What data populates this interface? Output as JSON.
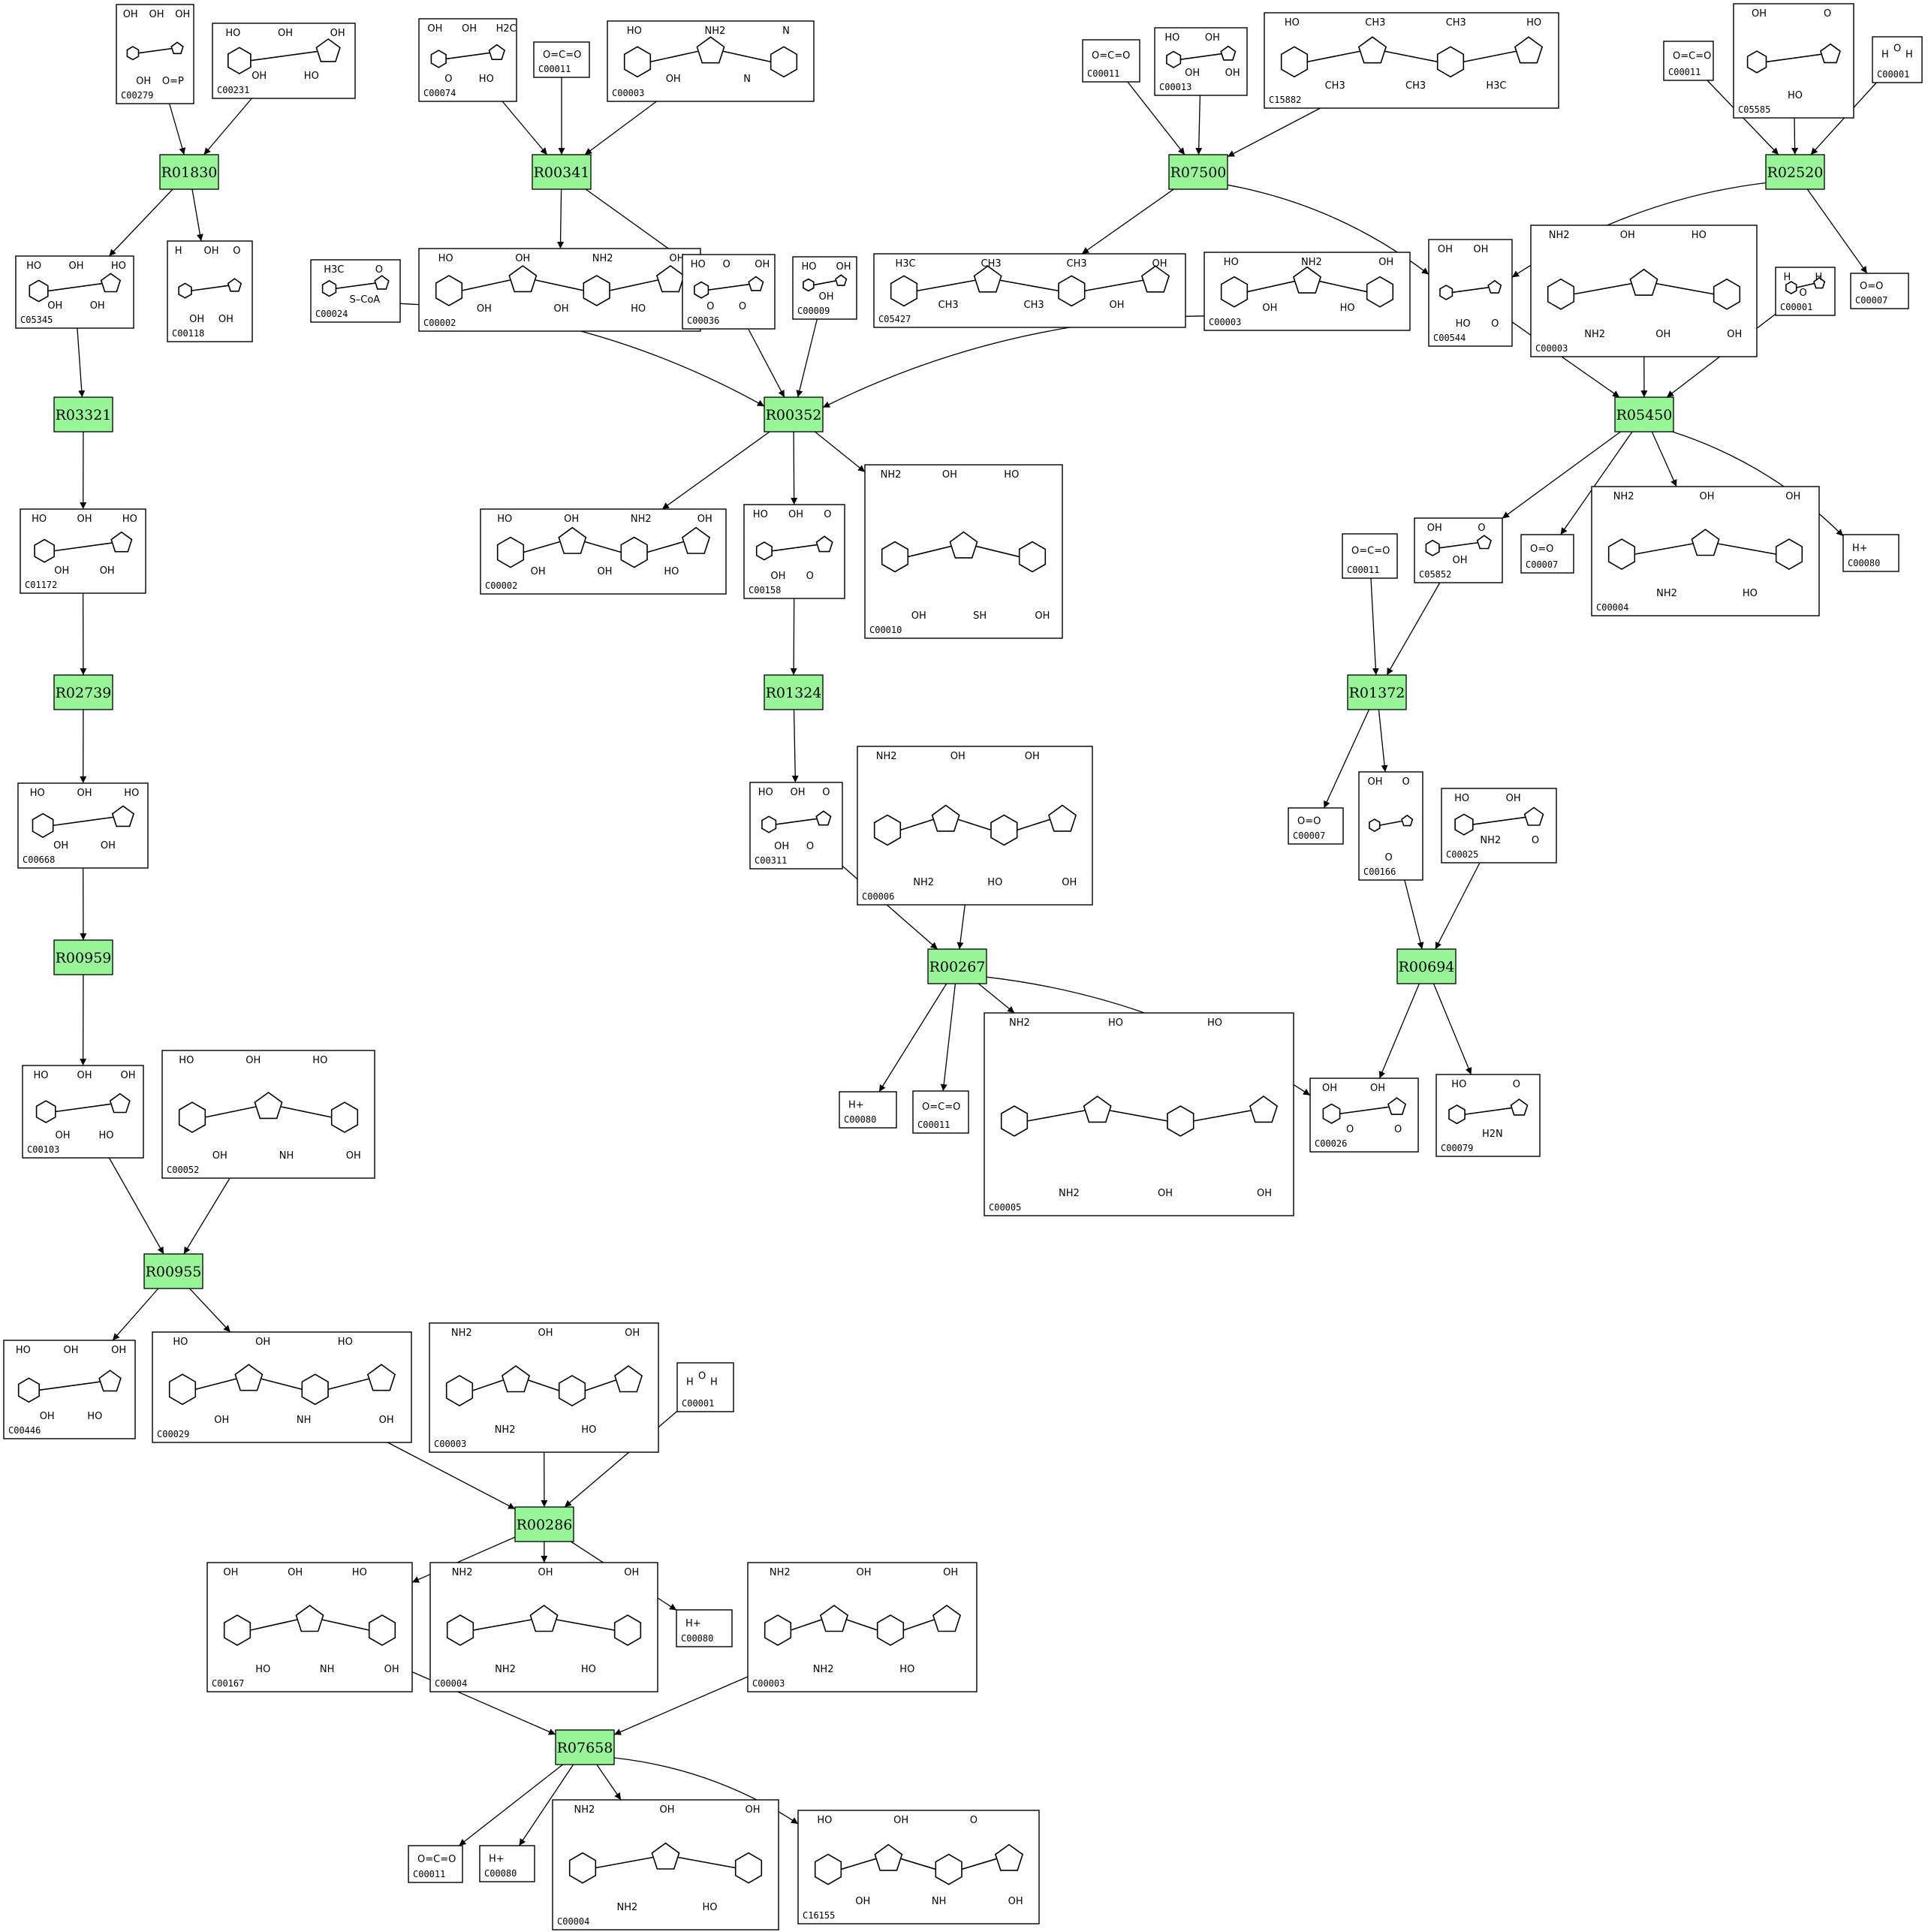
{
  "reactions": [
    {
      "id": "r1",
      "label": "R01830"
    },
    {
      "id": "r2",
      "label": "R00341"
    },
    {
      "id": "r3",
      "label": "R07500"
    },
    {
      "id": "r4",
      "label": "R02520"
    },
    {
      "id": "r5",
      "label": "R03321"
    },
    {
      "id": "r6",
      "label": "R00352"
    },
    {
      "id": "r7",
      "label": "R05450"
    },
    {
      "id": "r8",
      "label": "R02739"
    },
    {
      "id": "r9",
      "label": "R01324"
    },
    {
      "id": "r10",
      "label": "R01372"
    },
    {
      "id": "r11",
      "label": "R00959"
    },
    {
      "id": "r12",
      "label": "R00267"
    },
    {
      "id": "r13",
      "label": "R00694"
    },
    {
      "id": "r14",
      "label": "R00955"
    },
    {
      "id": "r15",
      "label": "R00286"
    },
    {
      "id": "r16",
      "label": "R07658"
    }
  ],
  "compounds": [
    {
      "id": "c1",
      "label": "C00279",
      "atoms": [
        "OH",
        "OH",
        "OH",
        "O=P",
        "OH"
      ]
    },
    {
      "id": "c2",
      "label": "C00231",
      "atoms": [
        "HO",
        "OH",
        "OH",
        "HO",
        "OH"
      ]
    },
    {
      "id": "c3",
      "label": "C00074",
      "atoms": [
        "OH",
        "O",
        "OH",
        "HO",
        "H2C"
      ]
    },
    {
      "id": "c4",
      "label": "C00011",
      "atoms": [
        "O=C=O"
      ]
    },
    {
      "id": "c5",
      "label": "C00003",
      "atoms": [
        "HO",
        "OH",
        "NH2",
        "N",
        "N"
      ]
    },
    {
      "id": "c6",
      "label": "C00011",
      "atoms": [
        "O=C=O"
      ]
    },
    {
      "id": "c7",
      "label": "C00013",
      "atoms": [
        "HO",
        "OH",
        "OH",
        "OH"
      ]
    },
    {
      "id": "c8",
      "label": "C15882",
      "atoms": [
        "HO",
        "CH3",
        "CH3",
        "CH3",
        "CH3",
        "H3C",
        "HO"
      ]
    },
    {
      "id": "c9",
      "label": "C00011",
      "atoms": [
        "O=C=O"
      ]
    },
    {
      "id": "c10",
      "label": "C05585",
      "atoms": [
        "OH",
        "HO",
        "O"
      ]
    },
    {
      "id": "c11",
      "label": "C00001",
      "atoms": [
        "H",
        "O",
        "H"
      ]
    },
    {
      "id": "c12",
      "label": "C05345",
      "atoms": [
        "HO",
        "OH",
        "OH",
        "OH",
        "HO"
      ]
    },
    {
      "id": "c13",
      "label": "C00118",
      "atoms": [
        "H",
        "OH",
        "OH",
        "OH",
        "O"
      ]
    },
    {
      "id": "c14",
      "label": "C00024",
      "atoms": [
        "H3C",
        "S–CoA",
        "O"
      ]
    },
    {
      "id": "c15",
      "label": "C00002",
      "atoms": [
        "HO",
        "OH",
        "OH",
        "OH",
        "NH2",
        "HO",
        "OH"
      ]
    },
    {
      "id": "c16",
      "label": "C00036",
      "atoms": [
        "HO",
        "O",
        "O",
        "O",
        "OH"
      ]
    },
    {
      "id": "c17",
      "label": "C00009",
      "atoms": [
        "HO",
        "OH",
        "OH"
      ]
    },
    {
      "id": "c18",
      "label": "C05427",
      "atoms": [
        "H3C",
        "CH3",
        "CH3",
        "CH3",
        "CH3",
        "OH",
        "OH"
      ]
    },
    {
      "id": "c19",
      "label": "C00003",
      "atoms": [
        "HO",
        "OH",
        "NH2",
        "HO",
        "OH"
      ]
    },
    {
      "id": "c20",
      "label": "C00544",
      "atoms": [
        "OH",
        "HO",
        "OH",
        "O"
      ]
    },
    {
      "id": "c21",
      "label": "C00003",
      "atoms": [
        "NH2",
        "NH2",
        "OH",
        "OH",
        "HO",
        "OH"
      ]
    },
    {
      "id": "c22",
      "label": "C00001",
      "atoms": [
        "H",
        "O",
        "H"
      ]
    },
    {
      "id": "c23",
      "label": "C00007",
      "atoms": [
        "O=O"
      ]
    },
    {
      "id": "c24",
      "label": "C01172",
      "atoms": [
        "HO",
        "OH",
        "OH",
        "OH",
        "HO"
      ]
    },
    {
      "id": "c25",
      "label": "C00002",
      "atoms": [
        "HO",
        "OH",
        "OH",
        "OH",
        "NH2",
        "HO",
        "OH"
      ]
    },
    {
      "id": "c26",
      "label": "C00158",
      "atoms": [
        "HO",
        "OH",
        "OH",
        "O",
        "O"
      ]
    },
    {
      "id": "c27",
      "label": "C00010",
      "atoms": [
        "NH2",
        "OH",
        "OH",
        "SH",
        "HO",
        "OH"
      ]
    },
    {
      "id": "c28",
      "label": "C00011",
      "atoms": [
        "O=C=O"
      ]
    },
    {
      "id": "c29",
      "label": "C05852",
      "atoms": [
        "OH",
        "OH",
        "O"
      ]
    },
    {
      "id": "c30",
      "label": "C00007",
      "atoms": [
        "O=O"
      ]
    },
    {
      "id": "c31",
      "label": "C00004",
      "atoms": [
        "NH2",
        "NH2",
        "OH",
        "HO",
        "OH"
      ]
    },
    {
      "id": "c32",
      "label": "C00080",
      "atoms": [
        "H+"
      ]
    },
    {
      "id": "c33",
      "label": "C00668",
      "atoms": [
        "HO",
        "OH",
        "OH",
        "OH",
        "HO"
      ]
    },
    {
      "id": "c34",
      "label": "C00311",
      "atoms": [
        "HO",
        "OH",
        "OH",
        "O",
        "O"
      ]
    },
    {
      "id": "c35",
      "label": "C00006",
      "atoms": [
        "NH2",
        "NH2",
        "OH",
        "HO",
        "OH",
        "OH"
      ]
    },
    {
      "id": "c36",
      "label": "C00007",
      "atoms": [
        "O=O"
      ]
    },
    {
      "id": "c37",
      "label": "C00166",
      "atoms": [
        "OH",
        "O",
        "O"
      ]
    },
    {
      "id": "c38",
      "label": "C00025",
      "atoms": [
        "HO",
        "NH2",
        "OH",
        "O"
      ]
    },
    {
      "id": "c39",
      "label": "C00103",
      "atoms": [
        "HO",
        "OH",
        "OH",
        "HO",
        "OH"
      ]
    },
    {
      "id": "c40",
      "label": "C00052",
      "atoms": [
        "HO",
        "OH",
        "OH",
        "NH",
        "HO",
        "OH"
      ]
    },
    {
      "id": "c41",
      "label": "C00080",
      "atoms": [
        "H+"
      ]
    },
    {
      "id": "c42",
      "label": "C00011",
      "atoms": [
        "O=C=O"
      ]
    },
    {
      "id": "c43",
      "label": "C00005",
      "atoms": [
        "NH2",
        "NH2",
        "HO",
        "OH",
        "HO",
        "OH"
      ]
    },
    {
      "id": "c44",
      "label": "C00026",
      "atoms": [
        "OH",
        "O",
        "OH",
        "O"
      ]
    },
    {
      "id": "c45",
      "label": "C00079",
      "atoms": [
        "HO",
        "H2N",
        "O"
      ]
    },
    {
      "id": "c46",
      "label": "C00446",
      "atoms": [
        "HO",
        "OH",
        "OH",
        "HO",
        "OH"
      ]
    },
    {
      "id": "c47",
      "label": "C00029",
      "atoms": [
        "HO",
        "OH",
        "OH",
        "NH",
        "HO",
        "OH"
      ]
    },
    {
      "id": "c48",
      "label": "C00003",
      "atoms": [
        "NH2",
        "NH2",
        "OH",
        "HO",
        "OH"
      ]
    },
    {
      "id": "c49",
      "label": "C00001",
      "atoms": [
        "H",
        "O",
        "H"
      ]
    },
    {
      "id": "c50",
      "label": "C00167",
      "atoms": [
        "OH",
        "HO",
        "OH",
        "NH",
        "HO",
        "OH"
      ]
    },
    {
      "id": "c51",
      "label": "C00004",
      "atoms": [
        "NH2",
        "NH2",
        "OH",
        "HO",
        "OH"
      ]
    },
    {
      "id": "c52",
      "label": "C00080",
      "atoms": [
        "H+"
      ]
    },
    {
      "id": "c53",
      "label": "C00003",
      "atoms": [
        "NH2",
        "NH2",
        "OH",
        "HO",
        "OH"
      ]
    },
    {
      "id": "c54",
      "label": "C00011",
      "atoms": [
        "O=C=O"
      ]
    },
    {
      "id": "c55",
      "label": "C00080",
      "atoms": [
        "H+"
      ]
    },
    {
      "id": "c56",
      "label": "C00004",
      "atoms": [
        "NH2",
        "NH2",
        "OH",
        "HO",
        "OH"
      ]
    },
    {
      "id": "c57",
      "label": "C16155",
      "atoms": [
        "HO",
        "OH",
        "OH",
        "NH",
        "O",
        "OH"
      ]
    }
  ],
  "edges": [
    [
      "c1",
      "r1"
    ],
    [
      "c2",
      "r1"
    ],
    [
      "r1",
      "c12"
    ],
    [
      "r1",
      "c13"
    ],
    [
      "c3",
      "r2"
    ],
    [
      "c4",
      "r2"
    ],
    [
      "c5",
      "r2"
    ],
    [
      "r2",
      "c15"
    ],
    [
      "r2",
      "c16"
    ],
    [
      "c6",
      "r3"
    ],
    [
      "c7",
      "r3"
    ],
    [
      "c8",
      "r3"
    ],
    [
      "r3",
      "c18"
    ],
    [
      "r3",
      "c20"
    ],
    [
      "c9",
      "r4"
    ],
    [
      "c10",
      "r4"
    ],
    [
      "c11",
      "r4"
    ],
    [
      "r4",
      "c20"
    ],
    [
      "r4",
      "c23"
    ],
    [
      "c12",
      "r5"
    ],
    [
      "r5",
      "c24"
    ],
    [
      "c14",
      "r6"
    ],
    [
      "c16",
      "r6"
    ],
    [
      "c17",
      "r6"
    ],
    [
      "c19",
      "r6"
    ],
    [
      "r6",
      "c25"
    ],
    [
      "r6",
      "c26"
    ],
    [
      "r6",
      "c27"
    ],
    [
      "c20",
      "r7"
    ],
    [
      "c21",
      "r7"
    ],
    [
      "c22",
      "r7"
    ],
    [
      "r7",
      "c29"
    ],
    [
      "r7",
      "c30"
    ],
    [
      "r7",
      "c31"
    ],
    [
      "r7",
      "c32"
    ],
    [
      "c24",
      "r8"
    ],
    [
      "r8",
      "c33"
    ],
    [
      "c26",
      "r9"
    ],
    [
      "r9",
      "c34"
    ],
    [
      "c28",
      "r10"
    ],
    [
      "c29",
      "r10"
    ],
    [
      "r10",
      "c36"
    ],
    [
      "r10",
      "c37"
    ],
    [
      "c33",
      "r11"
    ],
    [
      "r11",
      "c39"
    ],
    [
      "c34",
      "r12"
    ],
    [
      "c35",
      "r12"
    ],
    [
      "r12",
      "c41"
    ],
    [
      "r12",
      "c42"
    ],
    [
      "r12",
      "c43"
    ],
    [
      "r12",
      "c44"
    ],
    [
      "c37",
      "r13"
    ],
    [
      "c38",
      "r13"
    ],
    [
      "r13",
      "c44"
    ],
    [
      "r13",
      "c45"
    ],
    [
      "c39",
      "r14"
    ],
    [
      "c40",
      "r14"
    ],
    [
      "r14",
      "c46"
    ],
    [
      "r14",
      "c47"
    ],
    [
      "c47",
      "r15"
    ],
    [
      "c48",
      "r15"
    ],
    [
      "c49",
      "r15"
    ],
    [
      "r15",
      "c50"
    ],
    [
      "r15",
      "c51"
    ],
    [
      "r15",
      "c52"
    ],
    [
      "c50",
      "r16"
    ],
    [
      "c53",
      "r16"
    ],
    [
      "r16",
      "c54"
    ],
    [
      "r16",
      "c55"
    ],
    [
      "r16",
      "c56"
    ],
    [
      "r16",
      "c57"
    ]
  ]
}
